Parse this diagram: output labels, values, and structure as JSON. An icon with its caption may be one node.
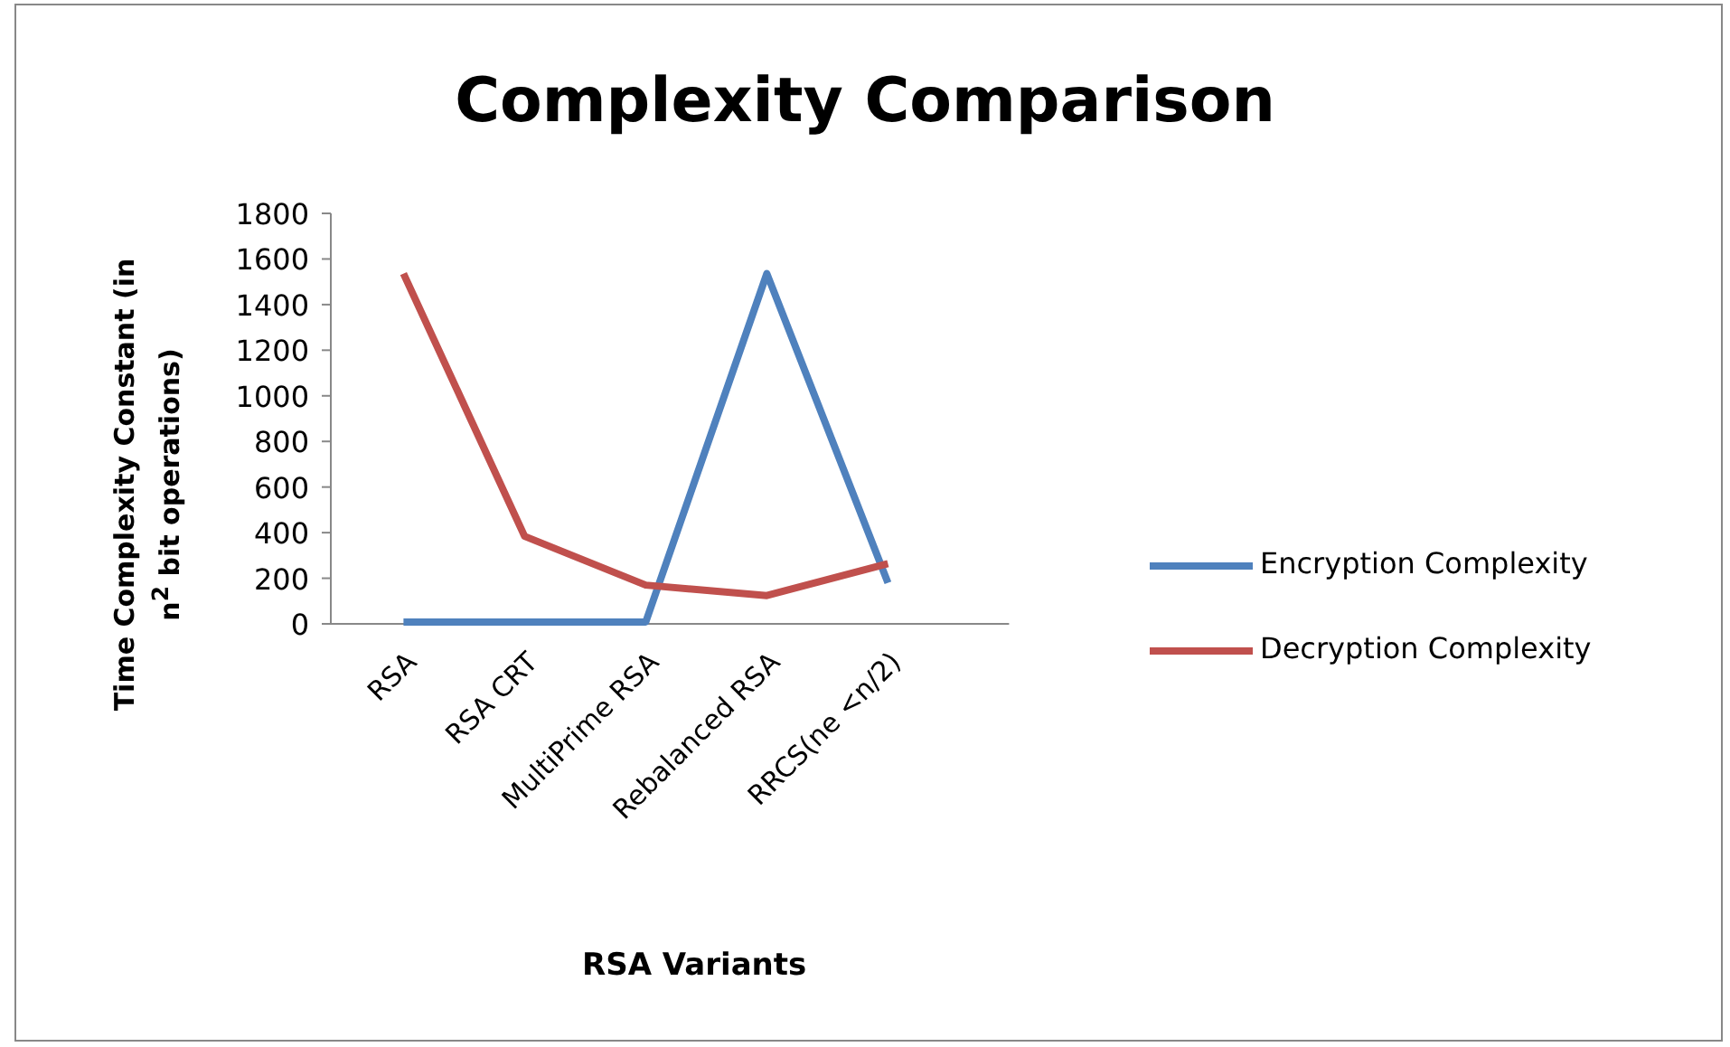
{
  "diagram": {
    "chart_data": {
      "type": "line",
      "title": "Complexity Comparison",
      "xlabel": "RSA Variants",
      "ylabel": "Time Complexity Constant (in n$^{2}$ bit operations)",
      "categories": [
        "RSA",
        "RSA CRT",
        "MultiPrime RSA",
        "Rebalanced RSA",
        "RRCS(ne <n/2)"
      ],
      "series": [
        {
          "name": "Encryption Complexity",
          "color": "#4f81bd",
          "values": [
            8,
            8,
            8,
            1536,
            180
          ]
        },
        {
          "name": "Decryption Complexity",
          "color": "#c0504d",
          "values": [
            1536,
            384,
            170,
            124,
            264
          ]
        }
      ],
      "ylim": [
        0,
        1800
      ],
      "yticks": [
        0,
        200,
        400,
        600,
        800,
        1000,
        1200,
        1400,
        1600,
        1800
      ]
    }
  }
}
